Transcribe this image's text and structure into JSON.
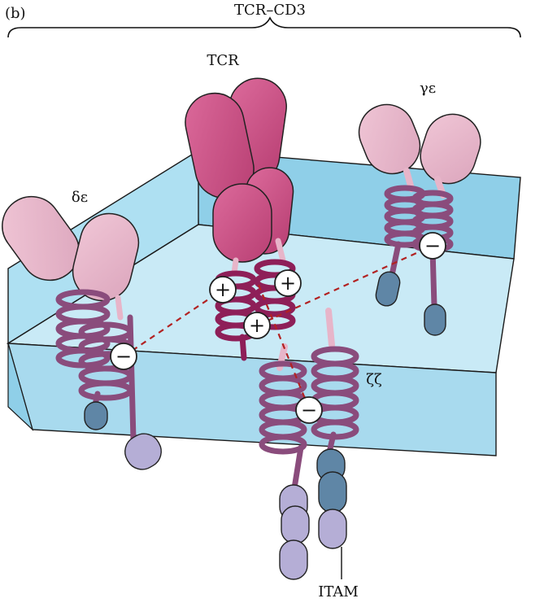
{
  "panel_letter": "(b)",
  "complex_label": "TCR–CD3",
  "labels": {
    "tcr": "TCR",
    "gamma_epsilon": "γε",
    "delta_epsilon": "δε",
    "zeta_zeta": "ζζ",
    "itam": "ITAM"
  },
  "charges": {
    "positive": "+",
    "negative": "−"
  },
  "colors": {
    "membrane_top": "#c8e9f5",
    "membrane_side": "#a9daef",
    "membrane_back": "#8fcfe8",
    "tcr_domain": "#cc5185",
    "tcr_helix": "#8e1f58",
    "cd3_domain": "#e7b5c9",
    "cd3_helix": "#8a4c7c",
    "itam_domain": "#b5aed6",
    "itam_dark": "#5f86a6",
    "link_line": "#b22222"
  }
}
